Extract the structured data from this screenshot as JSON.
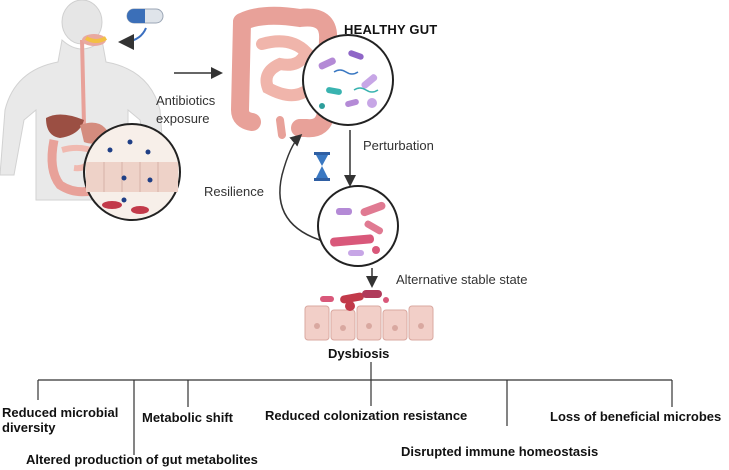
{
  "diagram": {
    "title": "HEALTHY GUT",
    "labels": {
      "exposure": "Antibiotics\nexposure",
      "perturbation": "Perturbation",
      "resilience": "Resilience",
      "alternative_state": "Alternative stable state",
      "dysbiosis": "Dysbiosis"
    },
    "outcomes": [
      "Reduced  microbial\ndiversity",
      "Altered production of gut metabolites",
      "Metabolic shift",
      "Reduced colonization resistance",
      "Disrupted immune homeostasis",
      "Loss of beneficial microbes"
    ],
    "icons": [
      "human-body-icon",
      "pill-icon",
      "intestine-icon",
      "hourglass-icon",
      "microbiome-circle-icon",
      "dysbiotic-microbiome-icon",
      "epithelium-icon"
    ],
    "colors": {
      "intestine": "#e8a199",
      "skin": "#e9e9e9",
      "microbe_purple": "#b48ad6",
      "microbe_pink": "#d9587a",
      "microbe_teal": "#39b3b0",
      "line": "#333333",
      "hourglass": "#3a78c2"
    }
  }
}
